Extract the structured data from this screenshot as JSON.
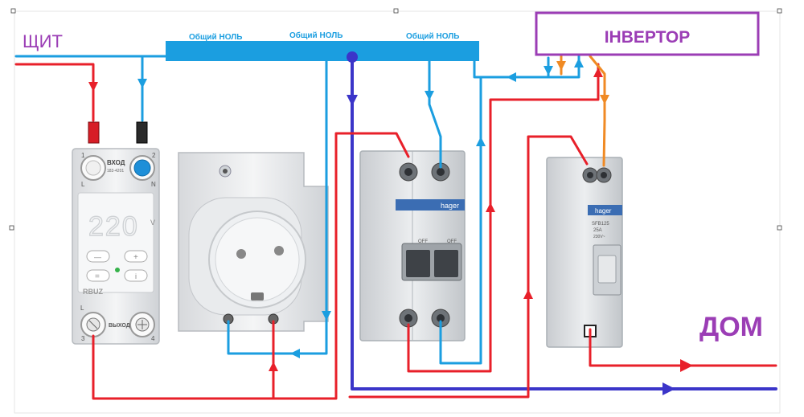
{
  "labels": {
    "panel": "ЩИТ",
    "inverter": "ІНВЕРТОР",
    "house": "ДОМ",
    "neutral_1": "Общий НОЛЬ",
    "neutral_2": "Общий НОЛЬ",
    "neutral_3": "Общий НОЛЬ"
  },
  "relay": {
    "in_label": "ВХОД",
    "in_sub": "183-4201",
    "out_label": "ВЫХОД",
    "display_value": "220",
    "unit": "V",
    "brand": "RBUZ",
    "term_1": "1",
    "term_2": "2",
    "term_3": "3",
    "term_4": "4",
    "term_l_top": "L",
    "term_n_top": "N",
    "term_l_bot": "L",
    "minus": "—",
    "plus": "+",
    "equals": "=",
    "info": "i"
  },
  "breaker": {
    "brand": "hager",
    "off_1": "OFF",
    "off_2": "OFF"
  },
  "switch": {
    "brand": "hager",
    "model": "SFB125",
    "rating": "25A",
    "sub": "230V~"
  },
  "colors": {
    "phase": "#e8202a",
    "neutral": "#1b9ee0",
    "house_neutral": "#3b35c9",
    "inverter_phase": "#f08a24",
    "inverter_border": "#9b3db5",
    "inverter_text": "#9b3db5",
    "label_purple": "#9b3db5",
    "bus_text": "#ffffff"
  }
}
